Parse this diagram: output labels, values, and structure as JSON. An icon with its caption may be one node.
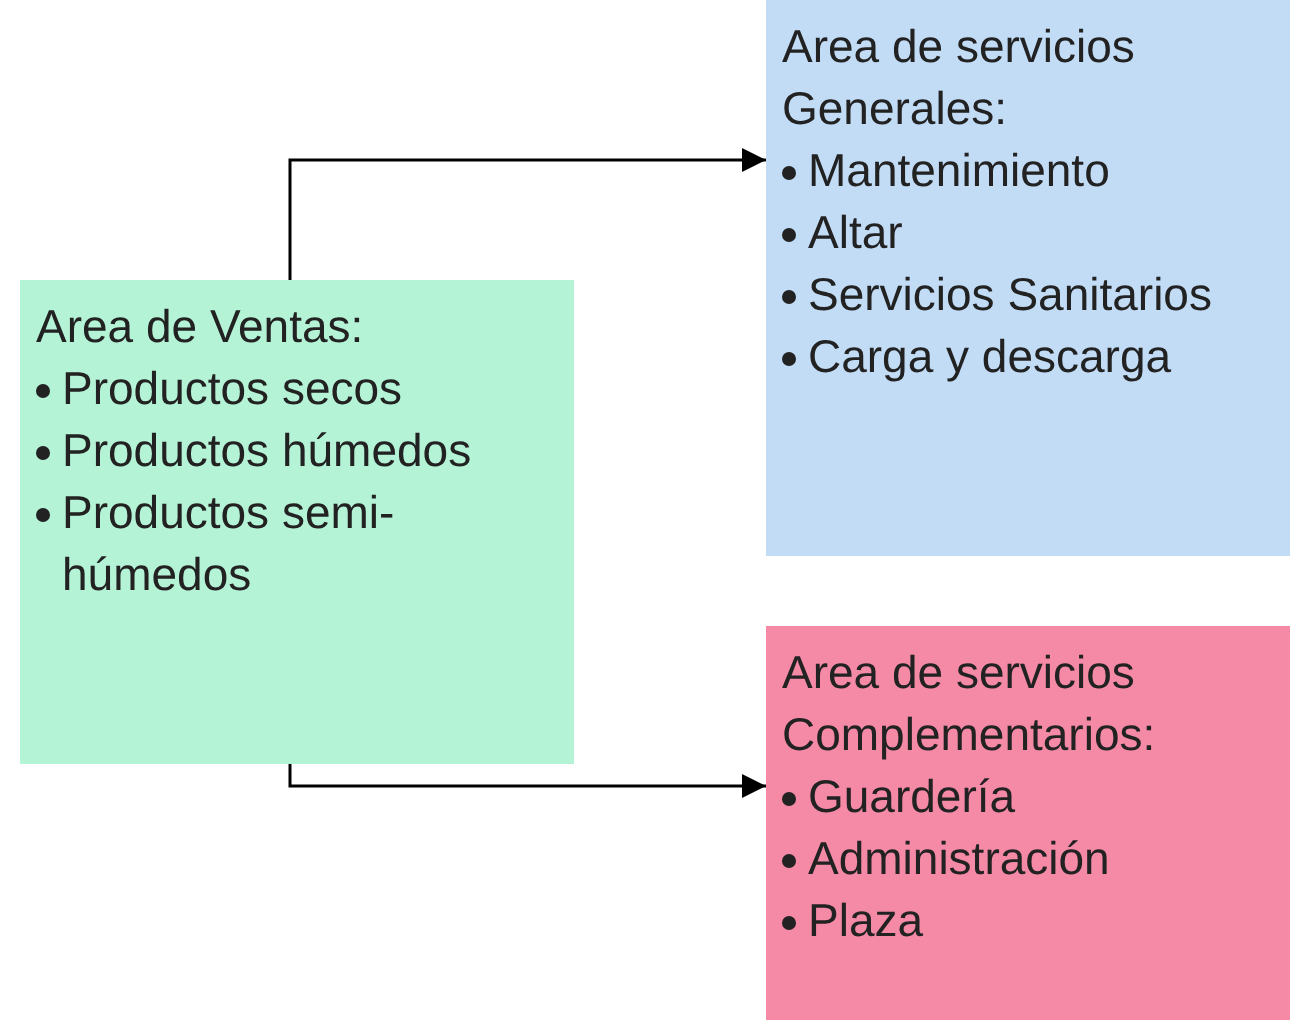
{
  "diagram": {
    "nodes": [
      {
        "text": [
          "Area de Ventas:",
          "Productos secos",
          "Productos húmedos",
          "Productos semi-húmedos"
        ]
      },
      {
        "text": [
          "Area de servicios Generales:",
          "Mantenimiento",
          "Altar",
          "Servicios Sanitarios",
          "Carga y descarga"
        ]
      },
      {
        "text": [
          "Area de servicios Complementarios:",
          "Guardería",
          "Administración",
          "Plaza"
        ]
      }
    ],
    "edges": [
      {
        "from": 0,
        "to": 1,
        "arrow": "to"
      },
      {
        "from": 0,
        "to": 2,
        "arrow": "to"
      }
    ]
  }
}
